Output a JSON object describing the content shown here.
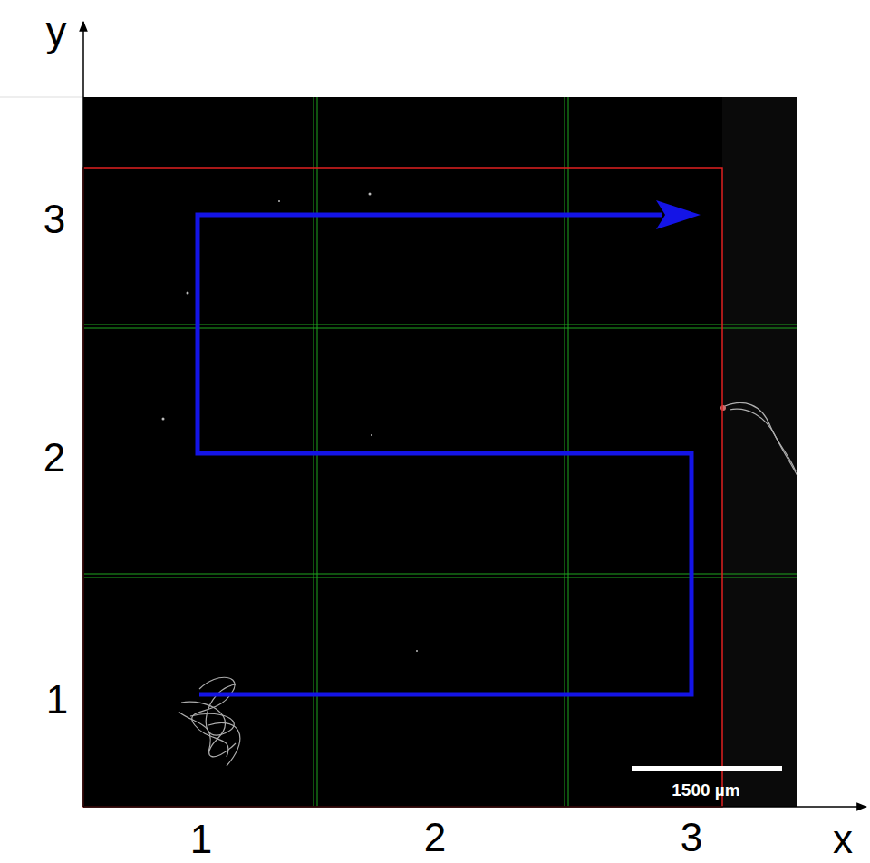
{
  "diagram": {
    "labels": [
      "y",
      "3",
      "2",
      "1",
      "1",
      "2",
      "3",
      "x",
      "1500 µm"
    ]
  }
}
